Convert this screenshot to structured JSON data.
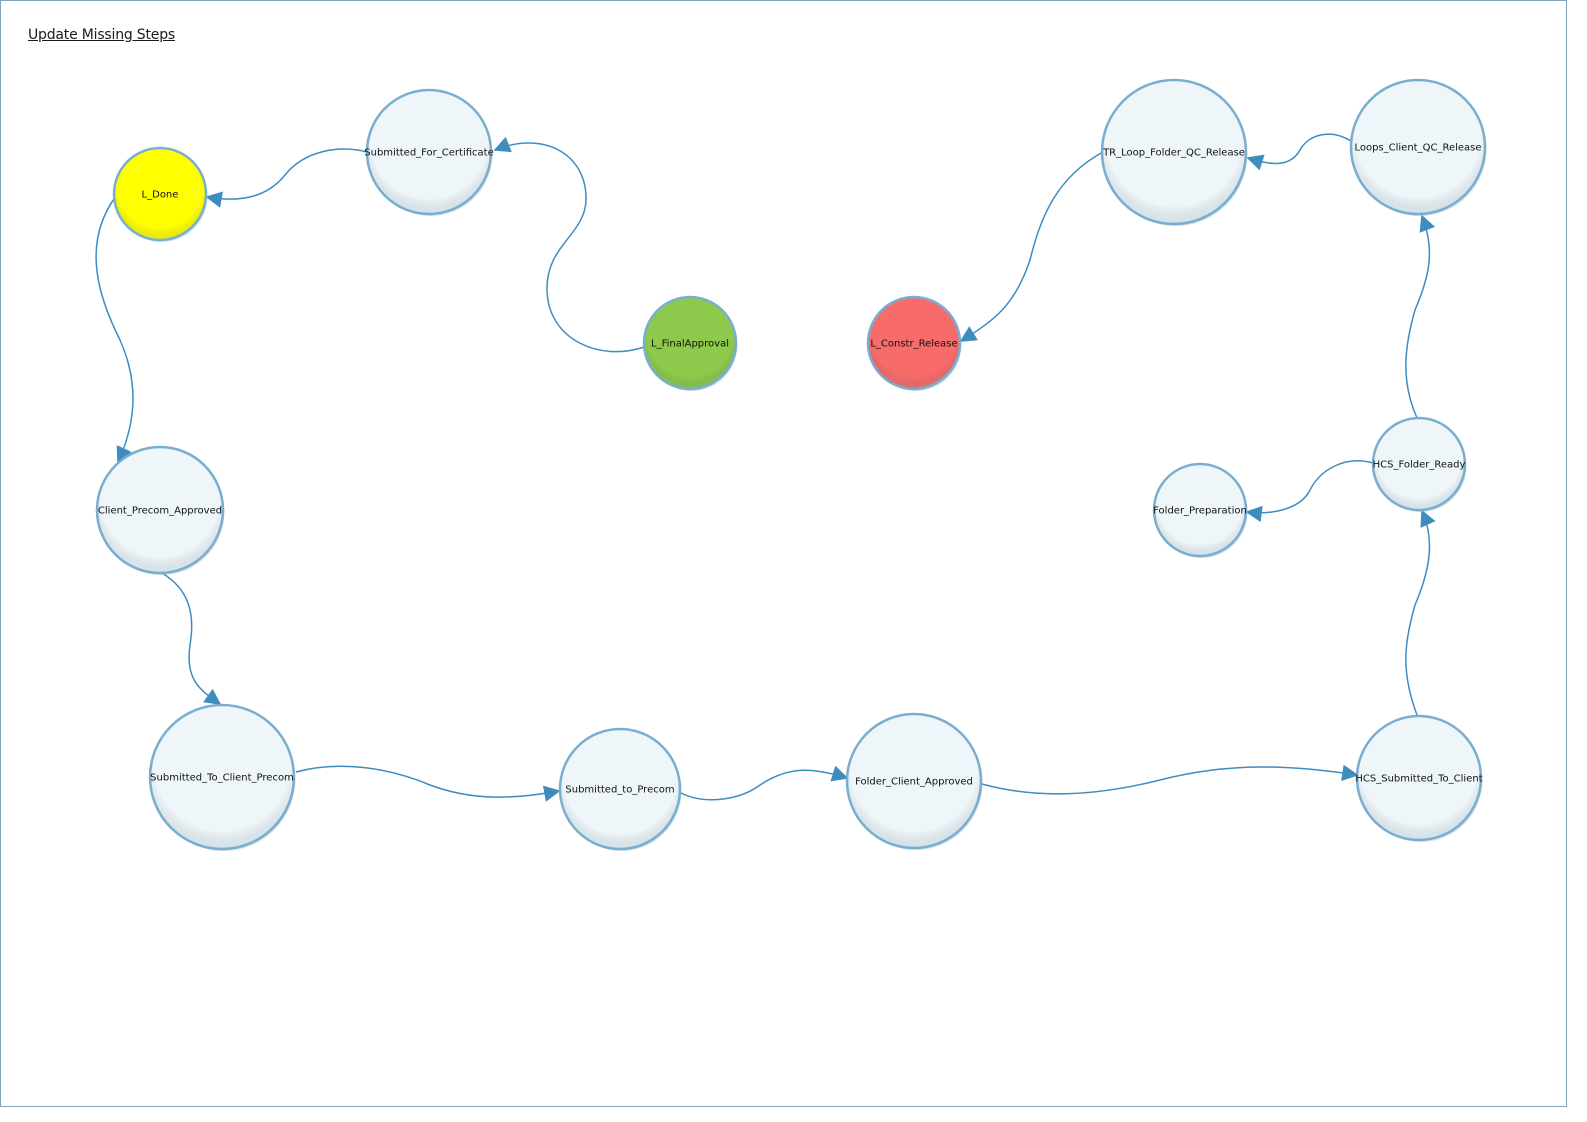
{
  "header": {
    "update_link": "Update Missing Steps"
  },
  "nodes": [
    {
      "id": "l_done",
      "label": "L_Done",
      "color": "#ffff00"
    },
    {
      "id": "submitted_for_certificate",
      "label": "Submitted_For_Certificate",
      "color": "#eef6f9"
    },
    {
      "id": "l_finalapproval",
      "label": "L_FinalApproval",
      "color": "#8dc94a"
    },
    {
      "id": "l_constr_release",
      "label": "L_Constr_Release",
      "color": "#f76b6b"
    },
    {
      "id": "tr_loop_folder_qc_release",
      "label": "TR_Loop_Folder_QC_Release",
      "color": "#eef6f9"
    },
    {
      "id": "loops_client_qc_release",
      "label": "Loops_Client_QC_Release",
      "color": "#eef6f9"
    },
    {
      "id": "client_precom_approved",
      "label": "Client_Precom_Approved",
      "color": "#eef6f9"
    },
    {
      "id": "hcs_folder_ready",
      "label": "HCS_Folder_Ready",
      "color": "#eef6f9"
    },
    {
      "id": "folder_preparation",
      "label": "Folder_Preparation",
      "color": "#eef6f9"
    },
    {
      "id": "submitted_to_client_precom",
      "label": "Submitted_To_Client_Precom",
      "color": "#eef6f9"
    },
    {
      "id": "submitted_to_precom",
      "label": "Submitted_to_Precom",
      "color": "#eef6f9"
    },
    {
      "id": "folder_client_approved",
      "label": "Folder_Client_Approved",
      "color": "#eef6f9"
    },
    {
      "id": "hcs_submitted_to_client",
      "label": "HCS_Submitted_To_Client",
      "color": "#eef6f9"
    }
  ],
  "edges": [
    {
      "from": "l_finalapproval",
      "to": "submitted_for_certificate"
    },
    {
      "from": "submitted_for_certificate",
      "to": "l_done"
    },
    {
      "from": "l_done",
      "to": "client_precom_approved"
    },
    {
      "from": "client_precom_approved",
      "to": "submitted_to_client_precom"
    },
    {
      "from": "submitted_to_client_precom",
      "to": "submitted_to_precom"
    },
    {
      "from": "submitted_to_precom",
      "to": "folder_client_approved"
    },
    {
      "from": "folder_client_approved",
      "to": "hcs_submitted_to_client"
    },
    {
      "from": "hcs_submitted_to_client",
      "to": "hcs_folder_ready"
    },
    {
      "from": "hcs_folder_ready",
      "to": "folder_preparation"
    },
    {
      "from": "hcs_folder_ready",
      "to": "loops_client_qc_release"
    },
    {
      "from": "loops_client_qc_release",
      "to": "tr_loop_folder_qc_release"
    },
    {
      "from": "tr_loop_folder_qc_release",
      "to": "l_constr_release"
    }
  ],
  "colors": {
    "edge": "#3f8cbf",
    "node_border": "#7aaecf",
    "default_node_fill": "#eef6f9"
  }
}
